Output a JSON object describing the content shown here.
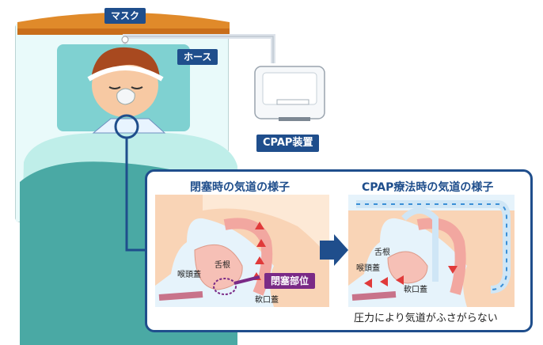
{
  "labels": {
    "mask": "マスク",
    "hose": "ホース",
    "device": "CPAP装置"
  },
  "panel": {
    "title_left": "閉塞時の気道の様子",
    "title_right": "CPAP療法時の気道の様子",
    "left": {
      "tongue_root": "舌根",
      "epiglottis": "喉頭蓋",
      "soft_palate": "軟口蓋",
      "blocked_site": "閉塞部位"
    },
    "right": {
      "tongue_root": "舌根",
      "epiglottis": "喉頭蓋",
      "soft_palate": "軟口蓋"
    },
    "caption": "圧力により気道がふさがらない"
  },
  "colors": {
    "navy": "#1f4e8c",
    "bed": "#4aa9a4",
    "headboard": "#e08a2a",
    "blocked": "#7a2a86",
    "airflow": "#3a8fd6",
    "arrow": "#e03a3a"
  }
}
